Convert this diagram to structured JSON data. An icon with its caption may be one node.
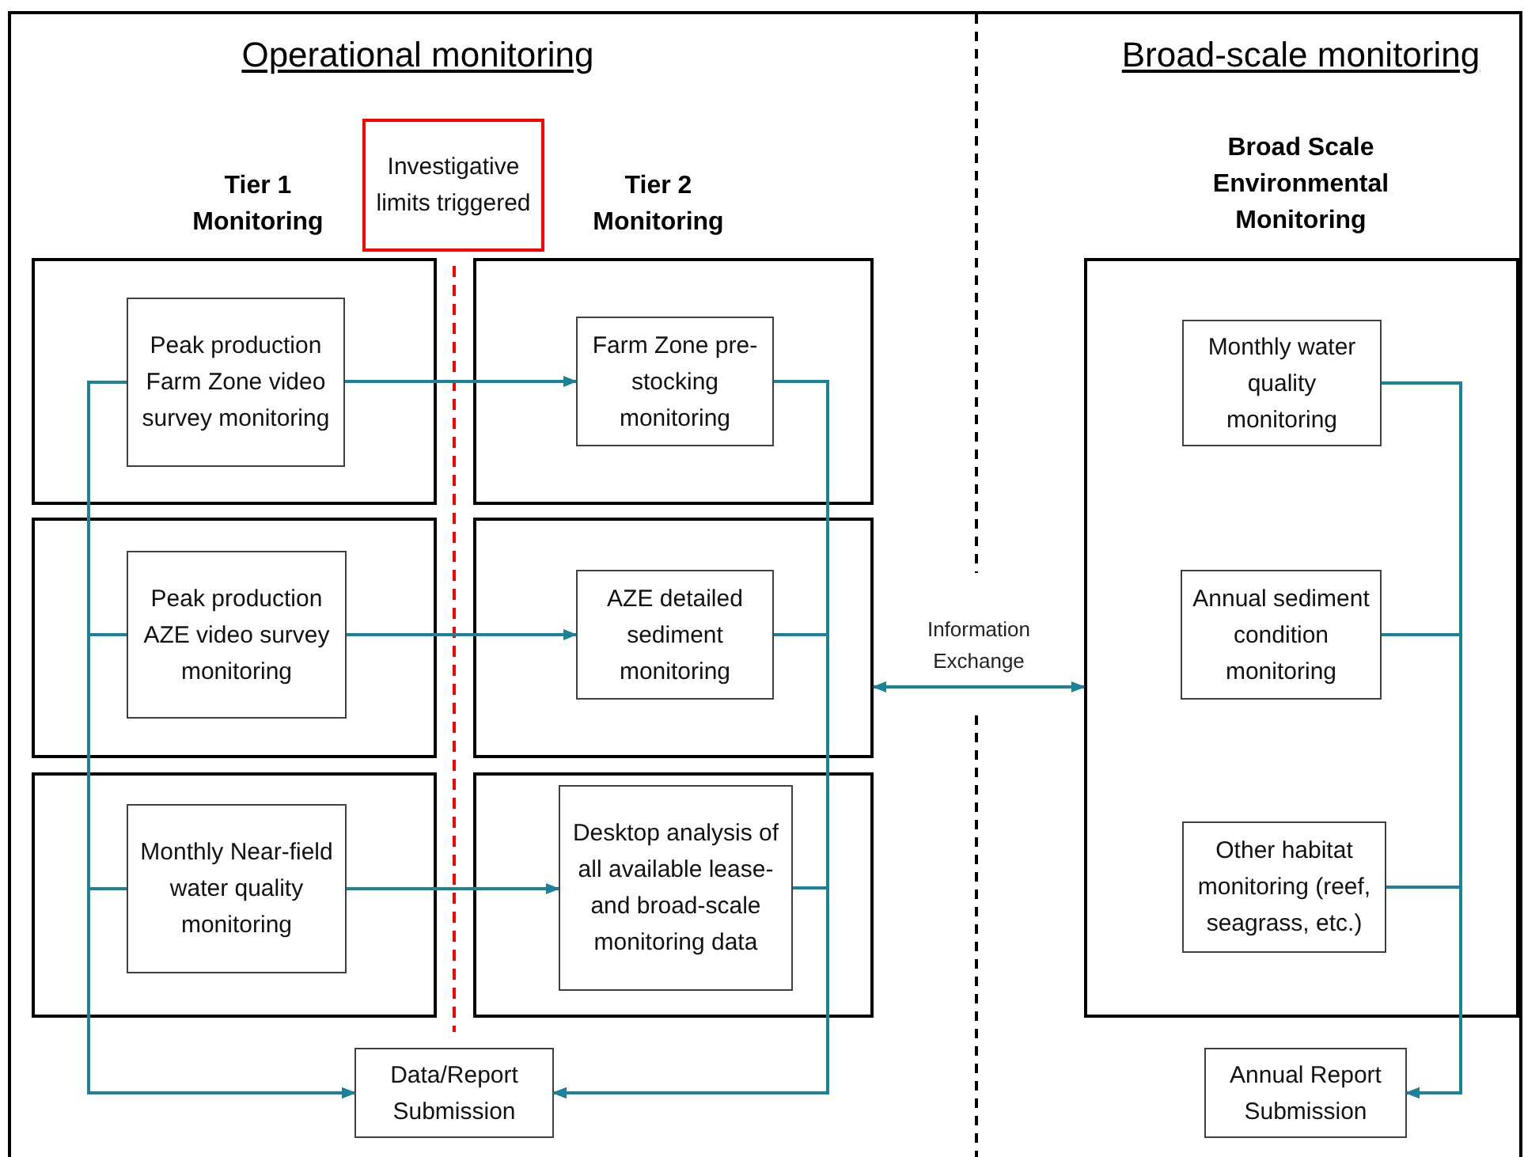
{
  "diagram": {
    "nodes": [
      {
        "text": [
          "Investigative limits triggered"
        ]
      },
      {
        "text": [],
        "shape": "box"
      },
      {
        "text": [
          "Peak production Farm Zone video survey monitoring"
        ],
        "in": 1
      },
      {
        "text": [],
        "shape": "box"
      },
      {
        "text": [
          "Farm Zone pre-stocking monitoring"
        ],
        "in": 3
      },
      {
        "text": [],
        "shape": "box"
      },
      {
        "text": [
          "Monthly water quality monitoring"
        ],
        "in": 5
      },
      {
        "text": [],
        "shape": "box"
      },
      {
        "text": [
          "Peak production AZE video survey monitoring"
        ],
        "in": 7
      },
      {
        "text": [],
        "shape": "box"
      },
      {
        "text": [
          "AZE detailed sediment monitoring"
        ],
        "in": 9
      },
      {
        "text": [
          "Annual sediment condition monitoring"
        ],
        "in": 5
      },
      {
        "text": [],
        "shape": "box"
      },
      {
        "text": [
          "Monthly Near-field water quality monitoring"
        ],
        "in": 12
      },
      {
        "text": [],
        "shape": "box"
      },
      {
        "text": [
          "Desktop analysis of all available lease- and broad-scale monitoring data"
        ],
        "in": 14
      },
      {
        "text": [
          "Other habitat monitoring (reef, seagrass, etc.)"
        ],
        "in": 5
      },
      {
        "text": [
          "Data/Report Submission"
        ]
      },
      {
        "text": [
          "Annual Report Submission"
        ]
      }
    ],
    "edges": [
      {
        "from": 2,
        "to": 4,
        "arrow": "to"
      },
      {
        "from": 8,
        "to": 10,
        "arrow": "to"
      },
      {
        "from": 13,
        "to": 15,
        "arrow": "to"
      },
      {
        "from": 2,
        "to": 17,
        "arrow": "to"
      },
      {
        "from": 8,
        "to": 17,
        "arrow": "to"
      },
      {
        "from": 13,
        "to": 17,
        "arrow": "to"
      },
      {
        "from": 4,
        "to": 17,
        "arrow": "to"
      },
      {
        "from": 10,
        "to": 17,
        "arrow": "to"
      },
      {
        "from": 15,
        "to": 17,
        "arrow": "to"
      },
      {
        "from": 6,
        "to": 18,
        "arrow": "to"
      },
      {
        "from": 11,
        "to": 18,
        "arrow": "to"
      },
      {
        "from": 16,
        "to": 18,
        "arrow": "to"
      },
      {
        "from": 9,
        "to": 5,
        "arrow": "both",
        "label": "Information Exchange"
      }
    ],
    "labels": [
      "Operational monitoring",
      "Broad-scale monitoring",
      "Tier 1 Monitoring",
      "Tier 2 Monitoring",
      "Broad Scale Environmental Monitoring"
    ]
  }
}
